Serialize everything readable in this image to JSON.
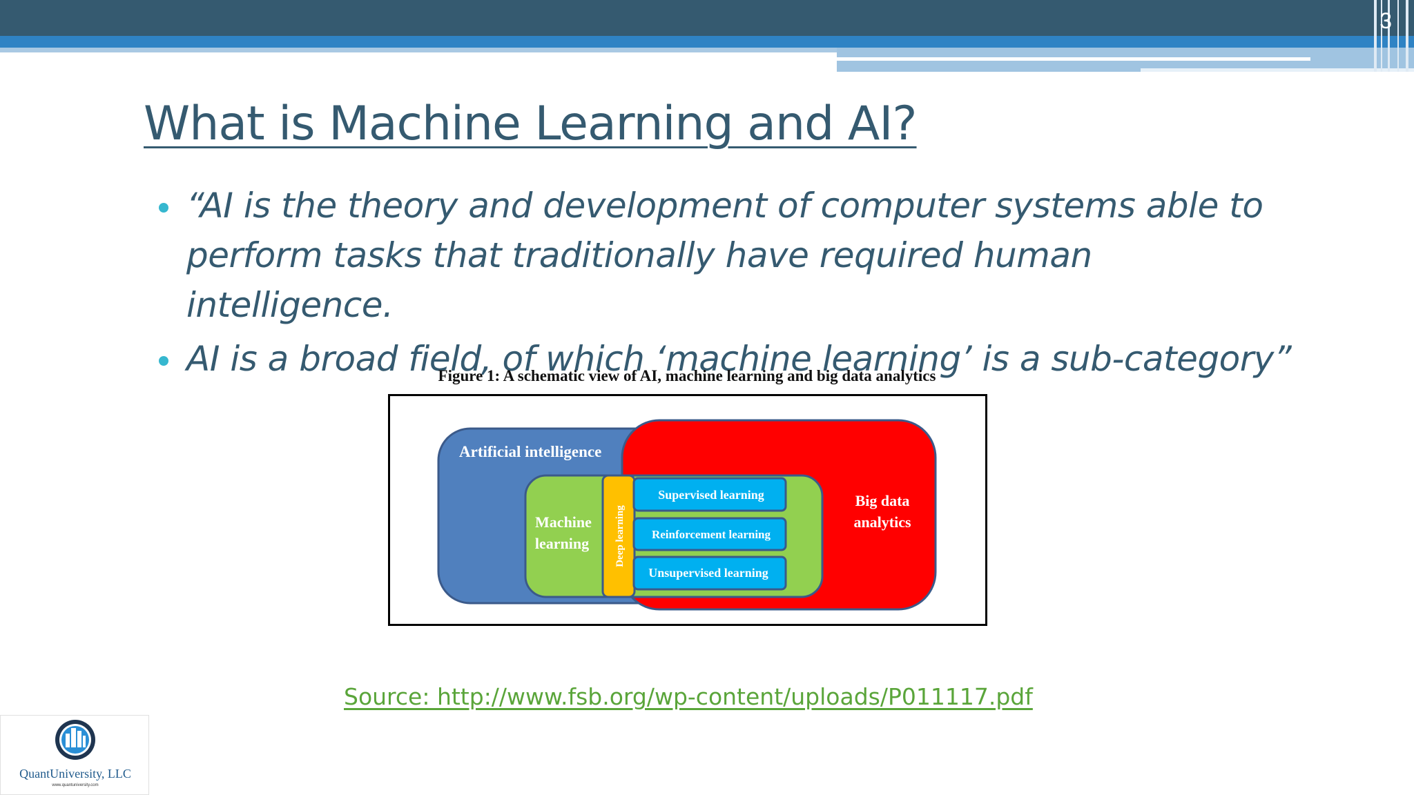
{
  "slide": {
    "number": "3",
    "title": "What is Machine Learning and AI?"
  },
  "bullets": [
    "“AI is the theory and development of computer systems able to perform tasks that traditionally have required human intelligence.",
    "AI is a broad field, of which ‘machine learning’ is a sub-category”"
  ],
  "figure": {
    "caption": "Figure 1: A schematic view of AI, machine learning and big data analytics",
    "ai_label": "Artificial intelligence",
    "ml_label_line1": "Machine",
    "ml_label_line2": "learning",
    "dl_label": "Deep learning",
    "supervised_label": "Supervised learning",
    "reinforcement_label": "Reinforcement learning",
    "unsupervised_label": "Unsupervised learning",
    "bda_label_line1": "Big data",
    "bda_label_line2": "analytics",
    "colors": {
      "ai": "#5080be",
      "big_data": "#ff0000",
      "machine_learning": "#92d050",
      "deep_learning": "#ffc000",
      "learning_types": "#00b0f0",
      "outline": "#3b5a8a"
    }
  },
  "source": "Source: http://www.fsb.org/wp-content/uploads/P011117.pdf",
  "logo": {
    "name": "QuantUniversity, LLC",
    "url": "www.quantuniversity.com"
  },
  "theme": {
    "title_color": "#355a70",
    "bullet_color": "#36b7cf",
    "link_color": "#5aa53a"
  }
}
